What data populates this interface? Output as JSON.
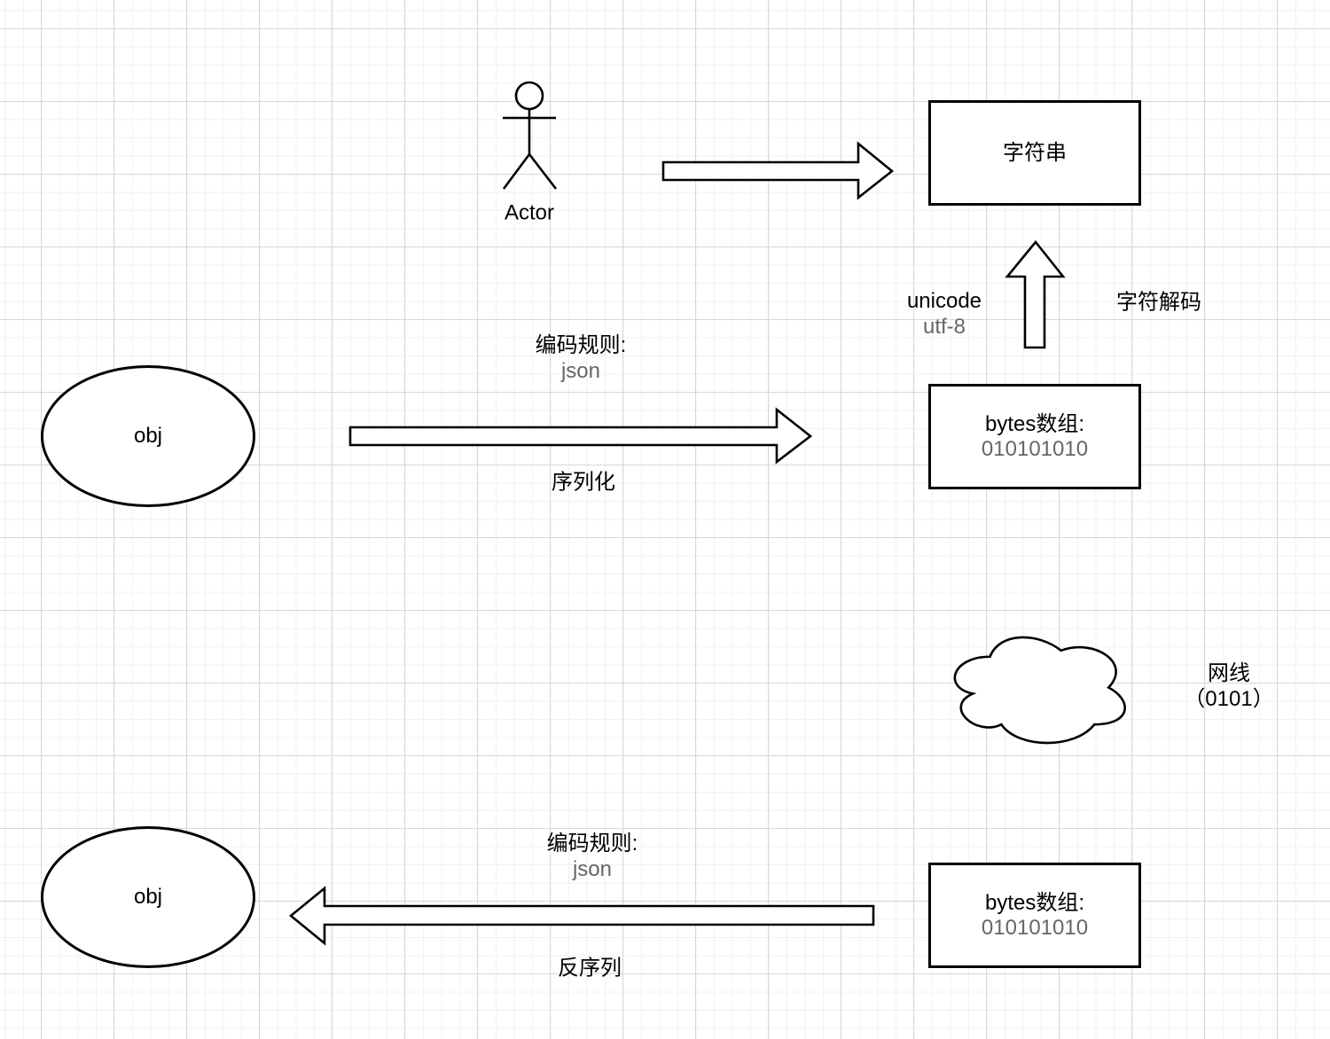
{
  "diagram": {
    "actor": {
      "label": "Actor"
    },
    "string_box": {
      "label": "字符串"
    },
    "decode": {
      "left_label_line1": "unicode",
      "left_label_line2": "utf-8",
      "right_label": "字符解码"
    },
    "serialize": {
      "rule_label": "编码规则:",
      "rule_value": "json",
      "action_label": "序列化"
    },
    "source_object": {
      "label": "obj"
    },
    "bytes_array_top": {
      "title": "bytes数组:",
      "value": "010101010"
    },
    "network_cloud": {
      "label_line1": "网线",
      "label_line2": "（0101）"
    },
    "deserialize": {
      "rule_label": "编码规则:",
      "rule_value": "json",
      "action_label": "反序列"
    },
    "target_object": {
      "label": "obj"
    },
    "bytes_array_bottom": {
      "title": "bytes数组:",
      "value": "010101010"
    },
    "colors": {
      "stroke": "#000000",
      "muted_text": "#666666",
      "grid_minor": "#f1f1f3",
      "grid_major": "#d7d7d9"
    }
  }
}
